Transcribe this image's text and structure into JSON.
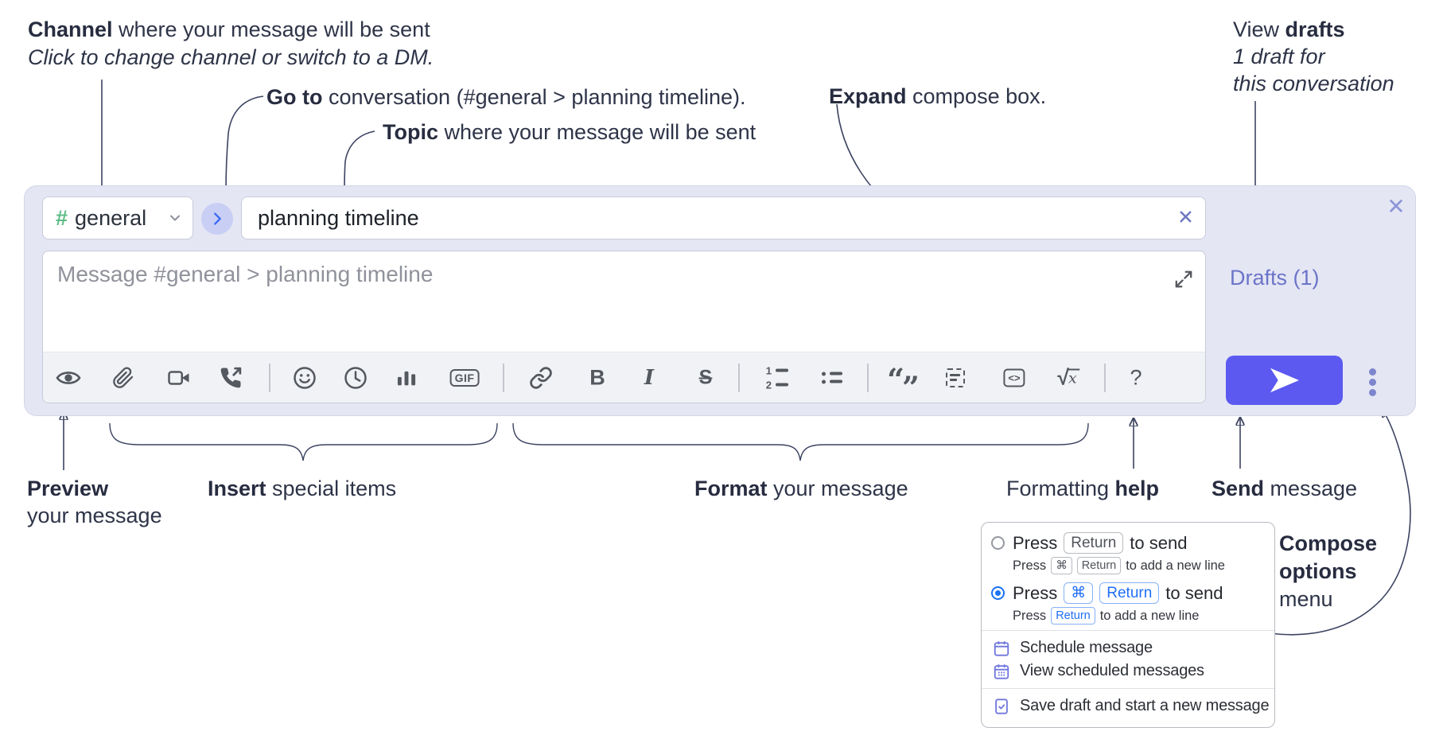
{
  "annotations": {
    "channel_line1_bold": "Channel",
    "channel_line1_rest": " where your message will be sent",
    "channel_line2": "Click to change channel or switch to a DM.",
    "goto_bold": "Go to",
    "goto_rest": " conversation (#general > planning timeline).",
    "topic_bold": "Topic",
    "topic_rest": " where your message will be sent",
    "expand_bold": "Expand",
    "expand_rest": " compose box.",
    "drafts_line1_pre": "View ",
    "drafts_line1_bold": "drafts",
    "drafts_line2": "1 draft for",
    "drafts_line3": "this conversation",
    "preview_bold": "Preview",
    "preview_line2": "your message",
    "insert_bold": "Insert",
    "insert_rest": " special items",
    "format_bold": "Format",
    "format_rest": " your message",
    "help_pre": "Formatting ",
    "help_bold": "help",
    "send_bold": "Send",
    "send_rest": " message",
    "compose_menu_line1": "Compose",
    "compose_menu_line2": "options",
    "compose_menu_line3": "menu"
  },
  "compose": {
    "channel_hash": "#",
    "channel_name": "general",
    "topic_value": "planning timeline",
    "clear_topic_icon": "✕",
    "close_icon": "✕",
    "message_placeholder": "Message #general > planning timeline",
    "drafts_link": "Drafts (1)",
    "toolbar": {
      "gif_label": "GIF",
      "bold_label": "B",
      "italic_label": "I",
      "strike_label": "S",
      "code_label": "<>",
      "math_sqrt": "√",
      "math_x": "x",
      "help_label": "?",
      "quote_open": "“",
      "quote_close": "”",
      "ol_num1": "1",
      "ol_num2": "2",
      "icon_names": [
        "preview-eye",
        "attach-paperclip",
        "start-video-call",
        "start-voice-call",
        "add-emoji",
        "add-global-time",
        "create-poll",
        "add-gif",
        "insert-link",
        "bold",
        "italic",
        "strikethrough",
        "numbered-list",
        "bulleted-list",
        "quote",
        "spoiler",
        "code",
        "math",
        "message-formatting-help"
      ]
    }
  },
  "popup": {
    "option1": {
      "press": "Press",
      "kbd_return": "Return",
      "tail": "to send",
      "sub_press": "Press",
      "sub_kbd_cmd": "⌘",
      "sub_kbd_return": "Return",
      "sub_tail": "to add a new line"
    },
    "option2": {
      "press": "Press",
      "kbd_cmd": "⌘",
      "kbd_return": "Return",
      "tail": "to send",
      "sub_press": "Press",
      "sub_kbd_return": "Return",
      "sub_tail": "to add a new line"
    },
    "items": [
      "Schedule message",
      "View scheduled messages",
      "Save draft and start a new message"
    ],
    "icon_names": [
      "schedule-calendar-icon",
      "scheduled-messages-calendar-icon",
      "save-draft-icon"
    ]
  },
  "colors": {
    "accent_send": "#5b59f0",
    "lavender_bg": "#e4e6f4",
    "channel_green": "#5fbc87",
    "link_purple": "#6b74c8",
    "kbd_blue": "#1f6ef5",
    "annotation_ink": "#2e3448"
  }
}
